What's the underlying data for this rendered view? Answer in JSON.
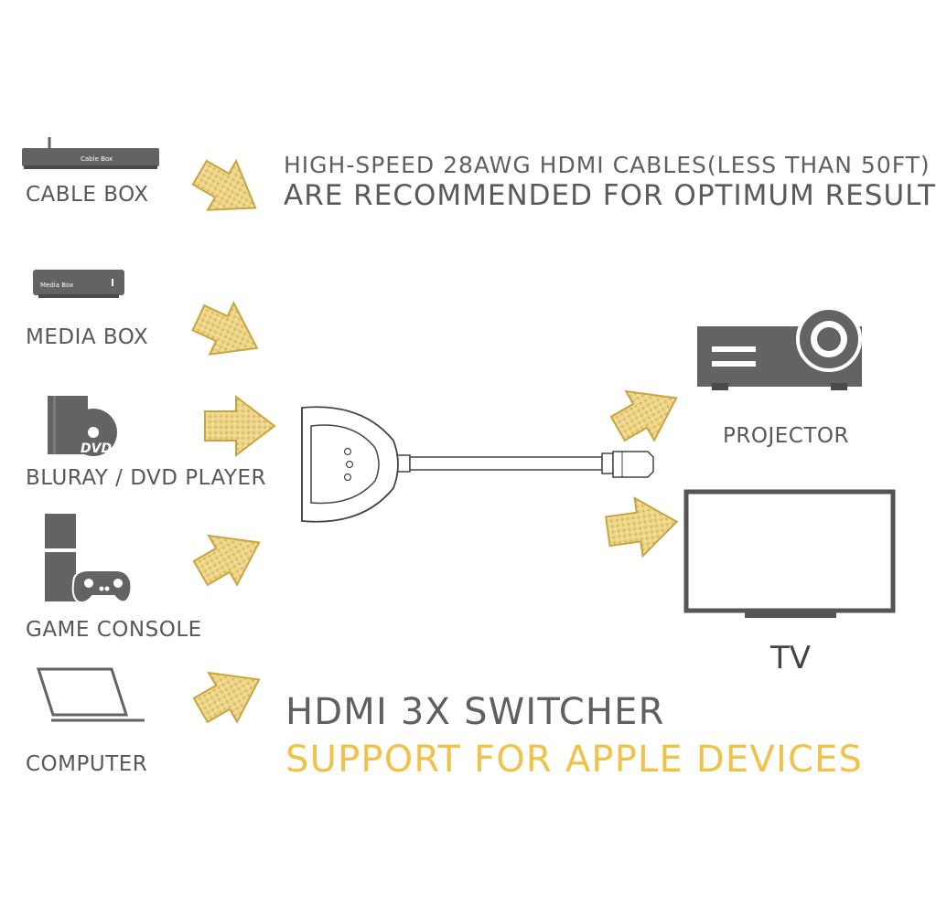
{
  "colors": {
    "device_gray": "#636363",
    "arrow_gold": "#e3c46a",
    "accent_yellow": "#f0c24a"
  },
  "inputs": [
    {
      "label": "CABLE BOX",
      "device_text": "Cable Box",
      "icon": "cable-box-icon"
    },
    {
      "label": "MEDIA BOX",
      "device_text": "Media Box",
      "icon": "media-box-icon"
    },
    {
      "label": "BLURAY / DVD PLAYER",
      "device_text": "DVD",
      "icon": "dvd-player-icon"
    },
    {
      "label": "GAME CONSOLE",
      "icon": "game-console-icon"
    },
    {
      "label": "COMPUTER",
      "icon": "laptop-icon"
    }
  ],
  "note": {
    "line1": "HIGH-SPEED 28AWG HDMI CABLES(LESS THAN 50FT)",
    "line2": "ARE RECOMMENDED FOR OPTIMUM RESULT"
  },
  "outputs": {
    "projector_label": "PROJECTOR",
    "tv_label": "TV"
  },
  "headline": {
    "title": "HDMI 3X SWITCHER",
    "subtitle": "SUPPORT FOR APPLE DEVICES"
  }
}
